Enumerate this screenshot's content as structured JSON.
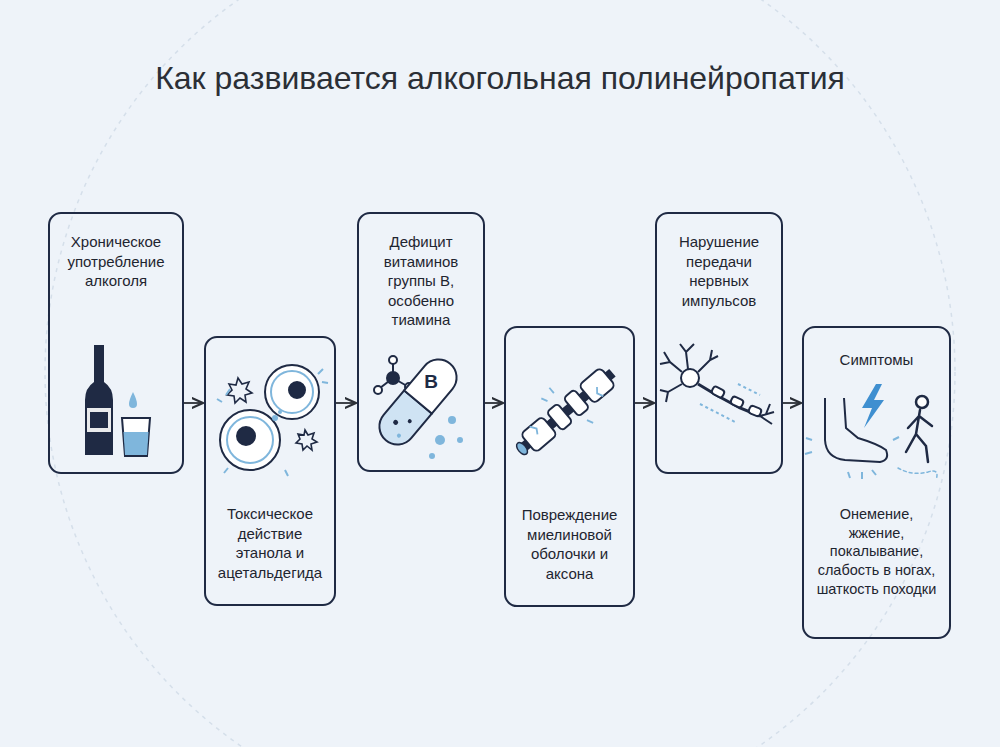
{
  "diagram": {
    "title": "Как развивается алкогольная полинейропатия",
    "nodes": [
      {
        "text": [
          "Хроническое употребление алкоголя"
        ]
      },
      {
        "text": [
          "Токсическое действие этанола и ацетальдегида"
        ]
      },
      {
        "text": [
          "Дефицит витаминов группы B, особенно тиамина"
        ]
      },
      {
        "text": [
          "Повреждение миелиновой оболочки и аксона"
        ]
      },
      {
        "text": [
          "Нарушение передачи нервных импульсов"
        ]
      },
      {
        "text": [
          "Симптомы",
          "Онемение, жжение, покалывание, слабость в ногах, шаткость походки"
        ]
      }
    ],
    "edges": [
      {
        "from": 0,
        "to": 1,
        "arrow": "to"
      },
      {
        "from": 1,
        "to": 2,
        "arrow": "to"
      },
      {
        "from": 2,
        "to": 3,
        "arrow": "to"
      },
      {
        "from": 3,
        "to": 4,
        "arrow": "to"
      },
      {
        "from": 4,
        "to": 5,
        "arrow": "to"
      }
    ],
    "labels": [
      "B"
    ]
  }
}
